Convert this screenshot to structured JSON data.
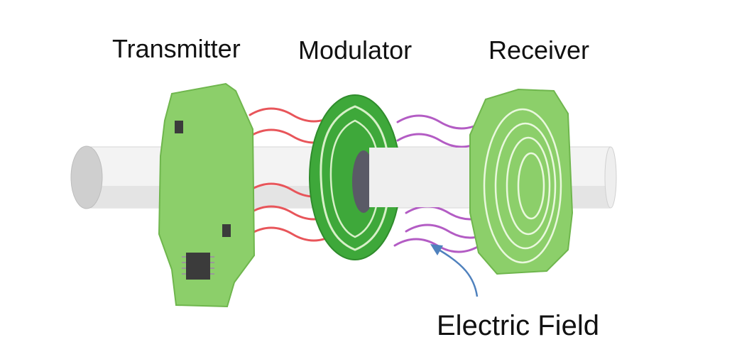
{
  "labels": {
    "transmitter": "Transmitter",
    "modulator": "Modulator",
    "receiver": "Receiver",
    "electric_field": "Electric Field"
  },
  "colors": {
    "background": "#ffffff",
    "pcb_green": "#8ccf6a",
    "pcb_green_dark": "#6fb64d",
    "modulator_green": "#3ea83a",
    "shaft_light": "#f4f4f4",
    "shaft_shadow": "#cfcfcf",
    "wave_red": "#e8555a",
    "wave_purple": "#b35cc4",
    "chip": "#3b3b3b",
    "arrow_blue": "#4f81bd"
  },
  "icons": {
    "shaft": "cylinder",
    "chip": "ic-chip",
    "arrow": "curved-arrow"
  }
}
